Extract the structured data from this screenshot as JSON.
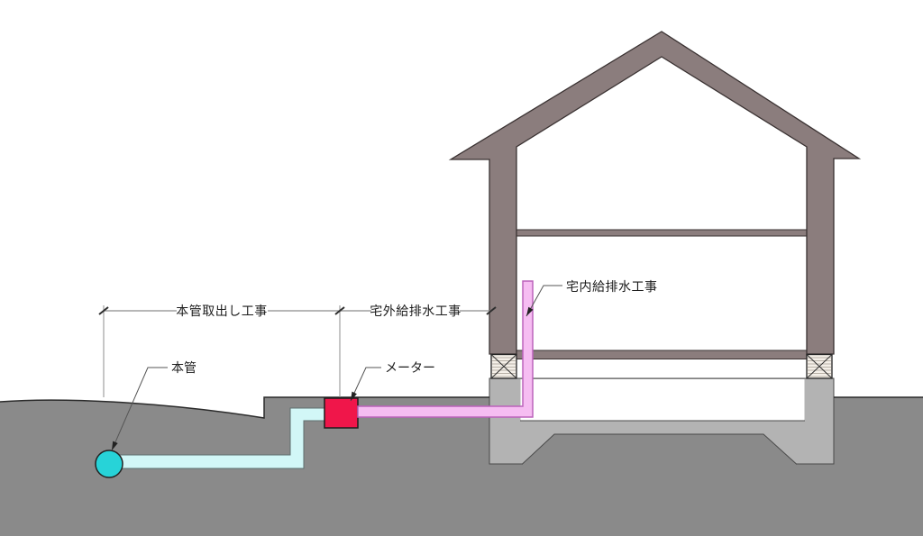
{
  "diagram": {
    "zone_labels": {
      "main_tap": "本管取出し工事",
      "outdoor": "宅外給排水工事",
      "indoor": "宅内給排水工事"
    },
    "part_labels": {
      "main_pipe": "本管",
      "meter": "メーター"
    },
    "colors": {
      "house_structure": "#8b7d7d",
      "earth": "#8a8a8a",
      "foundation": "#b3b3b3",
      "crawl_space": "#ffffff",
      "sill_fill": "#f4efe8",
      "main_pipe": "#27d3d8",
      "service_pipe_fill": "#d2f7f7",
      "meter": "#f0164a",
      "indoor_pipe_fill": "#f6bdf2",
      "indoor_pipe_stroke": "#bb63bb"
    }
  }
}
